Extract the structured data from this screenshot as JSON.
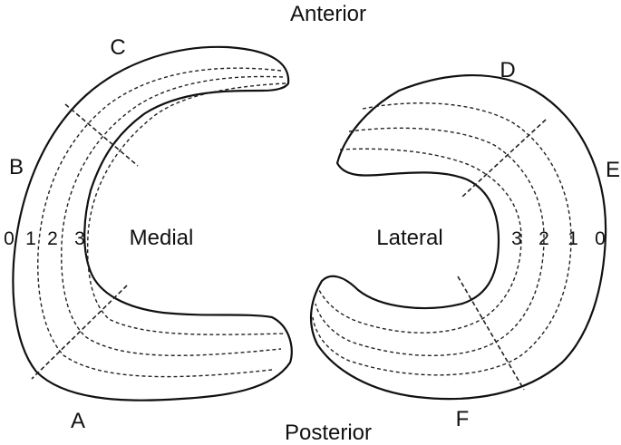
{
  "orientation": {
    "top": "Anterior",
    "bottom": "Posterior"
  },
  "medial": {
    "name": "Medial",
    "zones": [
      "0",
      "1",
      "2",
      "3"
    ],
    "regions": {
      "anterior": "C",
      "middle": "B",
      "posterior": "A"
    }
  },
  "lateral": {
    "name": "Lateral",
    "zones": [
      "3",
      "2",
      "1",
      "0"
    ],
    "regions": {
      "anterior": "D",
      "middle": "E",
      "posterior": "F"
    }
  }
}
